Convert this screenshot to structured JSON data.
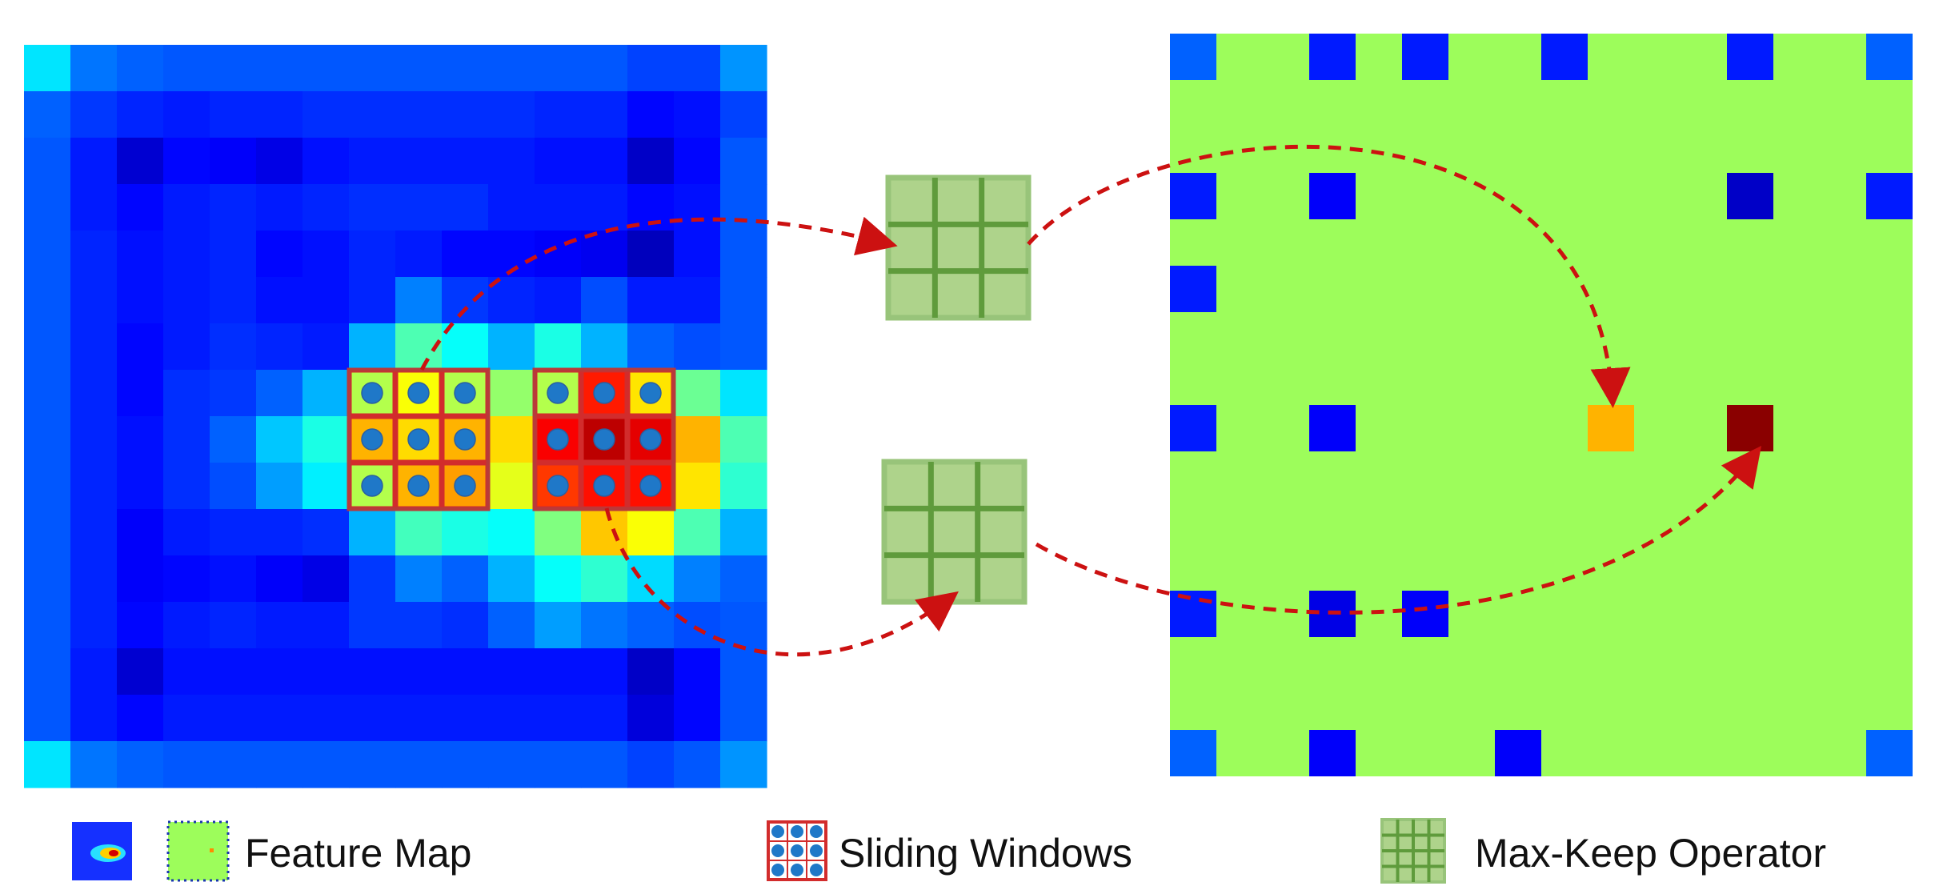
{
  "legend": {
    "feature_map": "Feature Map",
    "sliding_windows": "Sliding Windows",
    "max_keep": "Max-Keep Operator"
  },
  "colors": {
    "arrow": "#cc1111",
    "operator_fill": "#aed38b",
    "operator_line": "#5f9b3c",
    "output_background": "#9dfd5b",
    "window_border": "#d22c2c",
    "dot": "#1f78c8"
  },
  "feature_map": {
    "rows": 16,
    "cols": 16,
    "values": [
      [
        0.35,
        0.24,
        0.22,
        0.21,
        0.21,
        0.21,
        0.21,
        0.21,
        0.21,
        0.21,
        0.21,
        0.21,
        0.21,
        0.19,
        0.19,
        0.27
      ],
      [
        0.22,
        0.18,
        0.16,
        0.15,
        0.16,
        0.16,
        0.17,
        0.17,
        0.17,
        0.17,
        0.17,
        0.16,
        0.16,
        0.13,
        0.14,
        0.19
      ],
      [
        0.21,
        0.15,
        0.08,
        0.13,
        0.12,
        0.1,
        0.14,
        0.15,
        0.15,
        0.15,
        0.15,
        0.14,
        0.14,
        0.07,
        0.13,
        0.21
      ],
      [
        0.21,
        0.15,
        0.13,
        0.15,
        0.16,
        0.15,
        0.16,
        0.17,
        0.17,
        0.17,
        0.15,
        0.15,
        0.15,
        0.13,
        0.14,
        0.21
      ],
      [
        0.21,
        0.16,
        0.14,
        0.15,
        0.16,
        0.13,
        0.14,
        0.16,
        0.15,
        0.13,
        0.13,
        0.12,
        0.11,
        0.06,
        0.14,
        0.21
      ],
      [
        0.21,
        0.16,
        0.14,
        0.15,
        0.16,
        0.14,
        0.14,
        0.16,
        0.25,
        0.18,
        0.16,
        0.15,
        0.2,
        0.15,
        0.15,
        0.21
      ],
      [
        0.21,
        0.16,
        0.13,
        0.15,
        0.17,
        0.16,
        0.15,
        0.3,
        0.45,
        0.38,
        0.3,
        0.4,
        0.3,
        0.22,
        0.2,
        0.21
      ],
      [
        0.21,
        0.16,
        0.13,
        0.17,
        0.18,
        0.22,
        0.3,
        0.55,
        0.62,
        0.55,
        0.52,
        0.55,
        0.85,
        0.65,
        0.48,
        0.35
      ],
      [
        0.21,
        0.16,
        0.14,
        0.17,
        0.22,
        0.32,
        0.4,
        0.7,
        0.66,
        0.7,
        0.66,
        0.88,
        0.94,
        0.9,
        0.7,
        0.45
      ],
      [
        0.21,
        0.16,
        0.14,
        0.17,
        0.2,
        0.28,
        0.36,
        0.55,
        0.7,
        0.72,
        0.6,
        0.82,
        0.86,
        0.86,
        0.65,
        0.42
      ],
      [
        0.21,
        0.16,
        0.12,
        0.15,
        0.16,
        0.16,
        0.17,
        0.3,
        0.44,
        0.4,
        0.38,
        0.5,
        0.68,
        0.62,
        0.45,
        0.3
      ],
      [
        0.21,
        0.16,
        0.12,
        0.13,
        0.14,
        0.12,
        0.1,
        0.18,
        0.25,
        0.22,
        0.3,
        0.38,
        0.42,
        0.34,
        0.25,
        0.22
      ],
      [
        0.21,
        0.16,
        0.13,
        0.15,
        0.16,
        0.15,
        0.15,
        0.18,
        0.18,
        0.17,
        0.22,
        0.28,
        0.24,
        0.22,
        0.2,
        0.21
      ],
      [
        0.21,
        0.15,
        0.08,
        0.14,
        0.14,
        0.14,
        0.14,
        0.14,
        0.14,
        0.14,
        0.14,
        0.14,
        0.14,
        0.07,
        0.13,
        0.21
      ],
      [
        0.21,
        0.15,
        0.13,
        0.15,
        0.15,
        0.15,
        0.15,
        0.15,
        0.15,
        0.15,
        0.15,
        0.15,
        0.15,
        0.09,
        0.13,
        0.21
      ],
      [
        0.35,
        0.24,
        0.22,
        0.21,
        0.21,
        0.21,
        0.21,
        0.21,
        0.21,
        0.21,
        0.21,
        0.21,
        0.21,
        0.19,
        0.21,
        0.27
      ]
    ]
  },
  "sliding_windows": [
    {
      "row": 7,
      "col": 7
    },
    {
      "row": 7,
      "col": 11
    }
  ],
  "output_map": {
    "rows": 16,
    "cols": 16,
    "cells": [
      {
        "row": 0,
        "col": 0,
        "value": 0.22
      },
      {
        "row": 0,
        "col": 3,
        "value": 0.15
      },
      {
        "row": 0,
        "col": 5,
        "value": 0.15
      },
      {
        "row": 0,
        "col": 8,
        "value": 0.15
      },
      {
        "row": 0,
        "col": 12,
        "value": 0.15
      },
      {
        "row": 0,
        "col": 15,
        "value": 0.22
      },
      {
        "row": 3,
        "col": 0,
        "value": 0.15
      },
      {
        "row": 3,
        "col": 3,
        "value": 0.12
      },
      {
        "row": 3,
        "col": 12,
        "value": 0.07
      },
      {
        "row": 3,
        "col": 15,
        "value": 0.15
      },
      {
        "row": 5,
        "col": 0,
        "value": 0.15
      },
      {
        "row": 8,
        "col": 0,
        "value": 0.15
      },
      {
        "row": 8,
        "col": 3,
        "value": 0.12
      },
      {
        "row": 8,
        "col": 9,
        "value": 0.7
      },
      {
        "row": 8,
        "col": 12,
        "value": 0.99
      },
      {
        "row": 12,
        "col": 0,
        "value": 0.15
      },
      {
        "row": 12,
        "col": 3,
        "value": 0.1
      },
      {
        "row": 12,
        "col": 5,
        "value": 0.12
      },
      {
        "row": 15,
        "col": 0,
        "value": 0.22
      },
      {
        "row": 15,
        "col": 3,
        "value": 0.12
      },
      {
        "row": 15,
        "col": 7,
        "value": 0.12
      },
      {
        "row": 15,
        "col": 15,
        "value": 0.22
      }
    ]
  }
}
